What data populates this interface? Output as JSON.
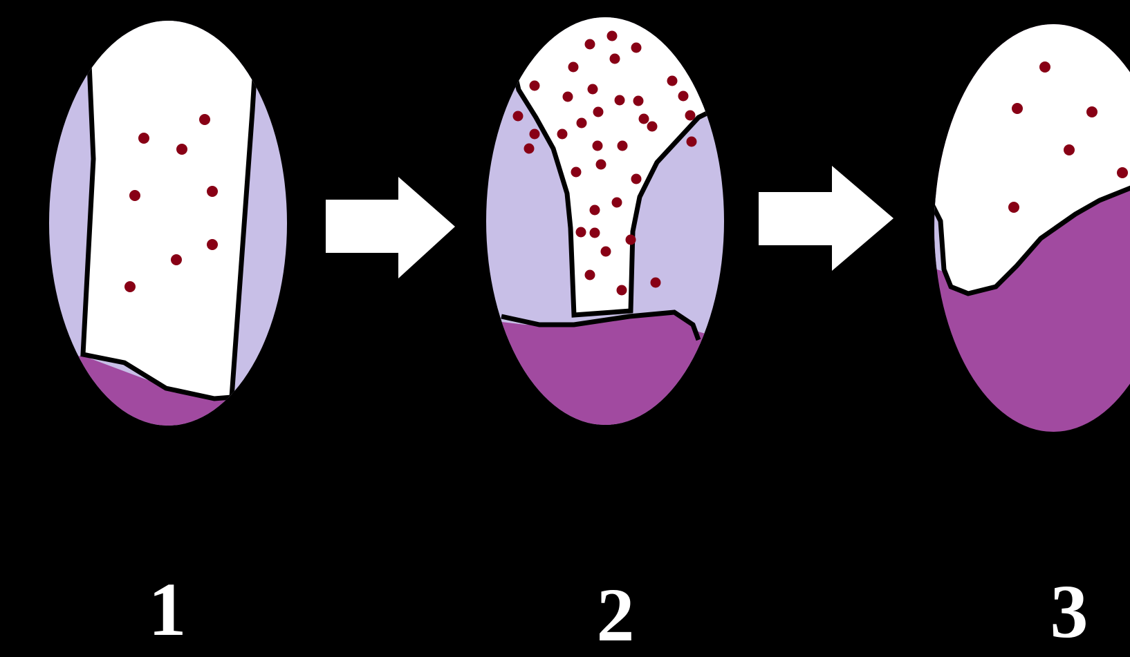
{
  "stages": [
    {
      "label": "1"
    },
    {
      "label": "2"
    },
    {
      "label": "3"
    }
  ],
  "colors": {
    "background": "#000000",
    "outline": "#000000",
    "white_region": "#ffffff",
    "light_purple_region": "#c8bfe7",
    "dark_purple_region": "#a14aa0",
    "dots": "#880015",
    "arrow": "#ffffff"
  },
  "icons": [
    "right-arrow-icon",
    "right-arrow-icon"
  ]
}
